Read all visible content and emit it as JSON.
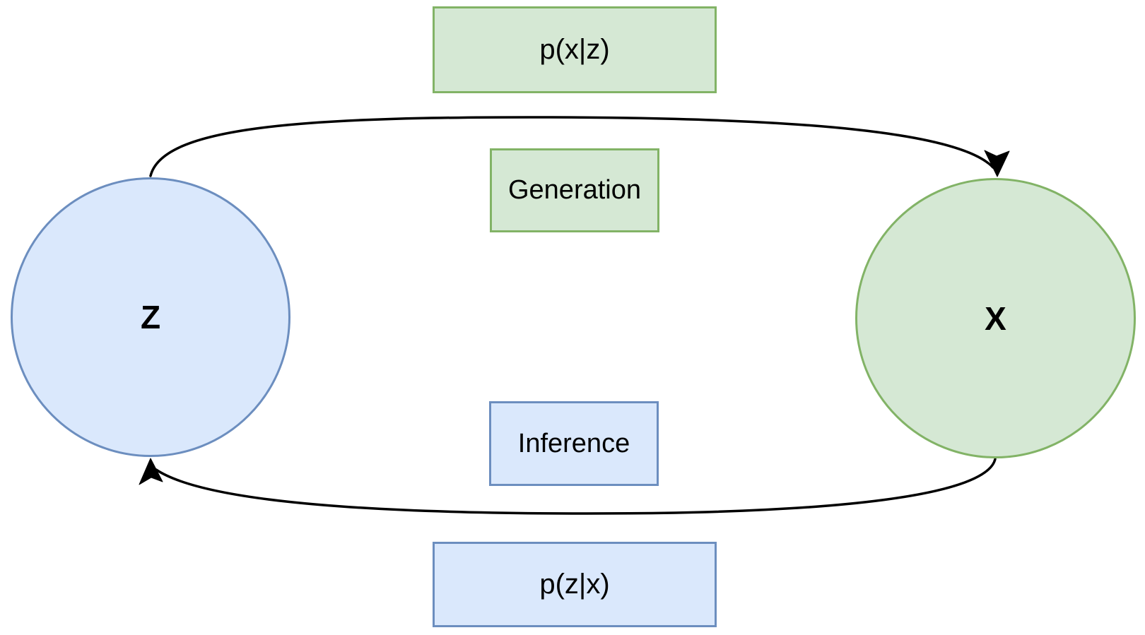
{
  "diagram": {
    "nodes": {
      "latent": {
        "label": "Z"
      },
      "observed": {
        "label": "X"
      }
    },
    "labels": {
      "p_x_given_z": "p(x|z)",
      "generation": "Generation",
      "inference": "Inference",
      "p_z_given_x": "p(z|x)"
    },
    "edges": {
      "generation_arrow": {
        "from": "Z",
        "to": "X"
      },
      "inference_arrow": {
        "from": "X",
        "to": "Z"
      }
    },
    "colors": {
      "green_fill": "#d5e8d4",
      "green_stroke": "#82b366",
      "blue_fill": "#dae8fc",
      "blue_stroke": "#6c8ebf",
      "arrow": "#000000",
      "text": "#000000",
      "background": "#ffffff"
    }
  }
}
